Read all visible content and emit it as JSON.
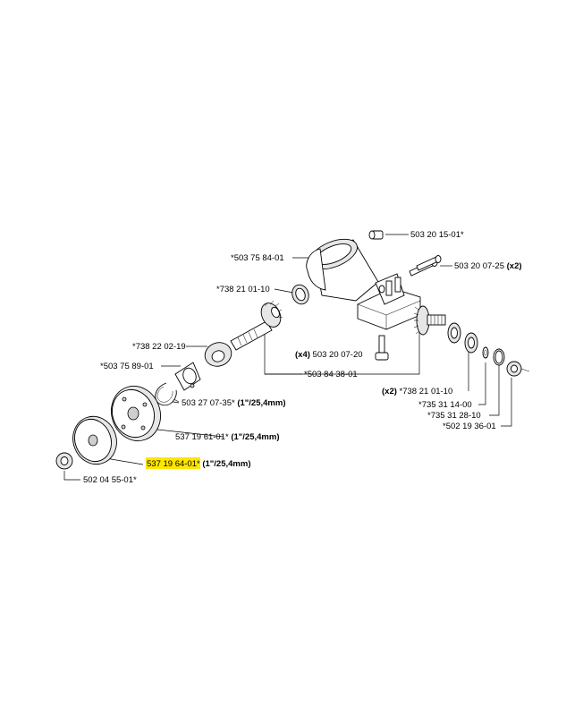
{
  "highlight_color": "#ffe600",
  "labels": {
    "screw_top": "503 20 15-01*",
    "housing": "*503 75 84-01",
    "bolts": "503 20 07-25",
    "bolts_qty": "(x2)",
    "bearing_left": "*738 21 01-10",
    "bevel_gear_small": "*738 22 02-19",
    "ring": "*503 75 89-01",
    "screws_bottom_qty": "(x4)",
    "screws_bottom": "503 20 07-20",
    "gear_set": "*503 84 38-01",
    "circlip": "503 27 07-35*",
    "circlip_note": "(1\"/25,4mm)",
    "bearing_right_qty": "(x2)",
    "bearing_right": "*738 21 01-10",
    "washer_a": "*735 31 14-00",
    "washer_b": "*735 31 28-10",
    "nut_right": "*502 19 36-01",
    "flange_upper": "537 19 61-01*",
    "flange_upper_note": "(1\"/25,4mm)",
    "flange_lower": "537 19 64-01*",
    "flange_lower_note": "(1\"/25,4mm)",
    "nut_left": "502 04 55-01*"
  }
}
